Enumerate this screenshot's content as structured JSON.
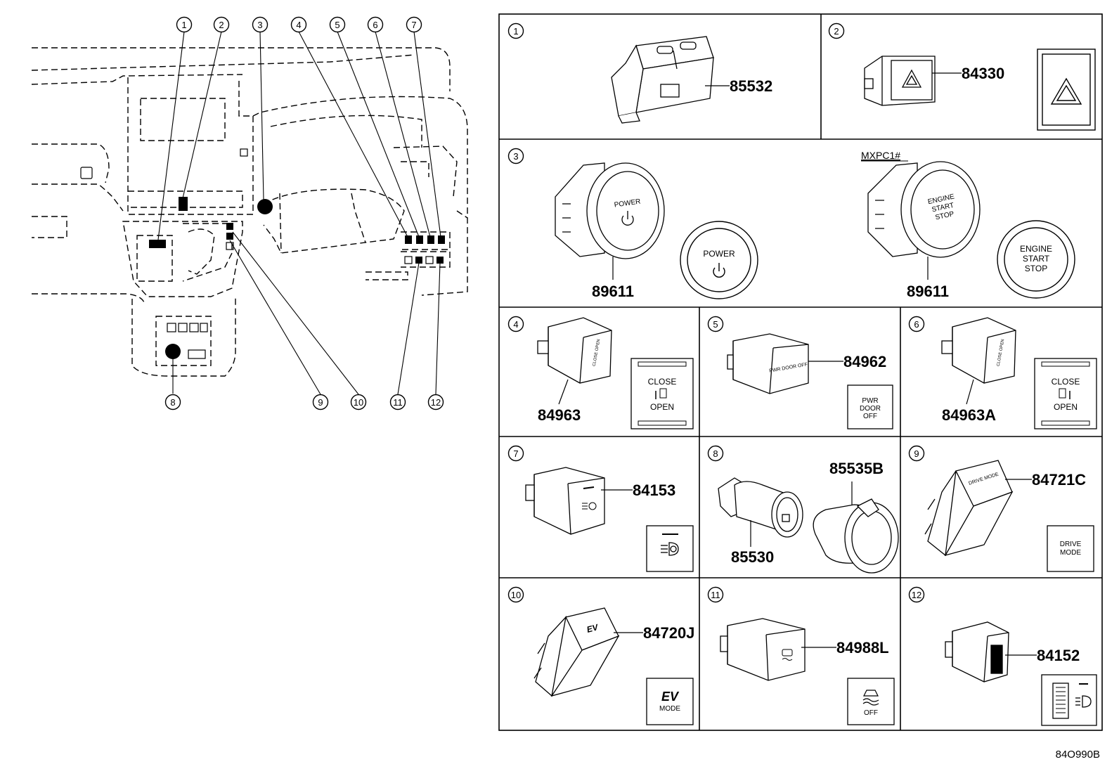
{
  "callout_numbers": [
    "1",
    "2",
    "3",
    "4",
    "5",
    "6",
    "7",
    "8",
    "9",
    "10",
    "11",
    "12"
  ],
  "panels": [
    {
      "num": "1",
      "parts": [
        "85532"
      ]
    },
    {
      "num": "2",
      "parts": [
        "84330"
      ]
    },
    {
      "num": "3",
      "variant": "MXPC1#",
      "parts": [
        "89611",
        "89611"
      ],
      "power_label": "POWER",
      "engine_label": [
        "ENGINE",
        "START",
        "STOP"
      ]
    },
    {
      "num": "4",
      "parts": [
        "84963"
      ],
      "labels": [
        "CLOSE",
        "OPEN"
      ]
    },
    {
      "num": "5",
      "parts": [
        "84962"
      ],
      "labels": [
        "PWR",
        "DOOR",
        "OFF"
      ]
    },
    {
      "num": "6",
      "parts": [
        "84963A"
      ],
      "labels": [
        "CLOSE",
        "OPEN"
      ]
    },
    {
      "num": "7",
      "parts": [
        "84153"
      ]
    },
    {
      "num": "8",
      "parts": [
        "85535B",
        "85530"
      ]
    },
    {
      "num": "9",
      "parts": [
        "84721C"
      ],
      "labels": [
        "DRIVE",
        "MODE"
      ]
    },
    {
      "num": "10",
      "parts": [
        "84720J"
      ],
      "labels": [
        "EV",
        "MODE"
      ]
    },
    {
      "num": "11",
      "parts": [
        "84988L"
      ],
      "labels": [
        "OFF"
      ]
    },
    {
      "num": "12",
      "parts": [
        "84152"
      ]
    }
  ],
  "diagram_code": "84O990B"
}
